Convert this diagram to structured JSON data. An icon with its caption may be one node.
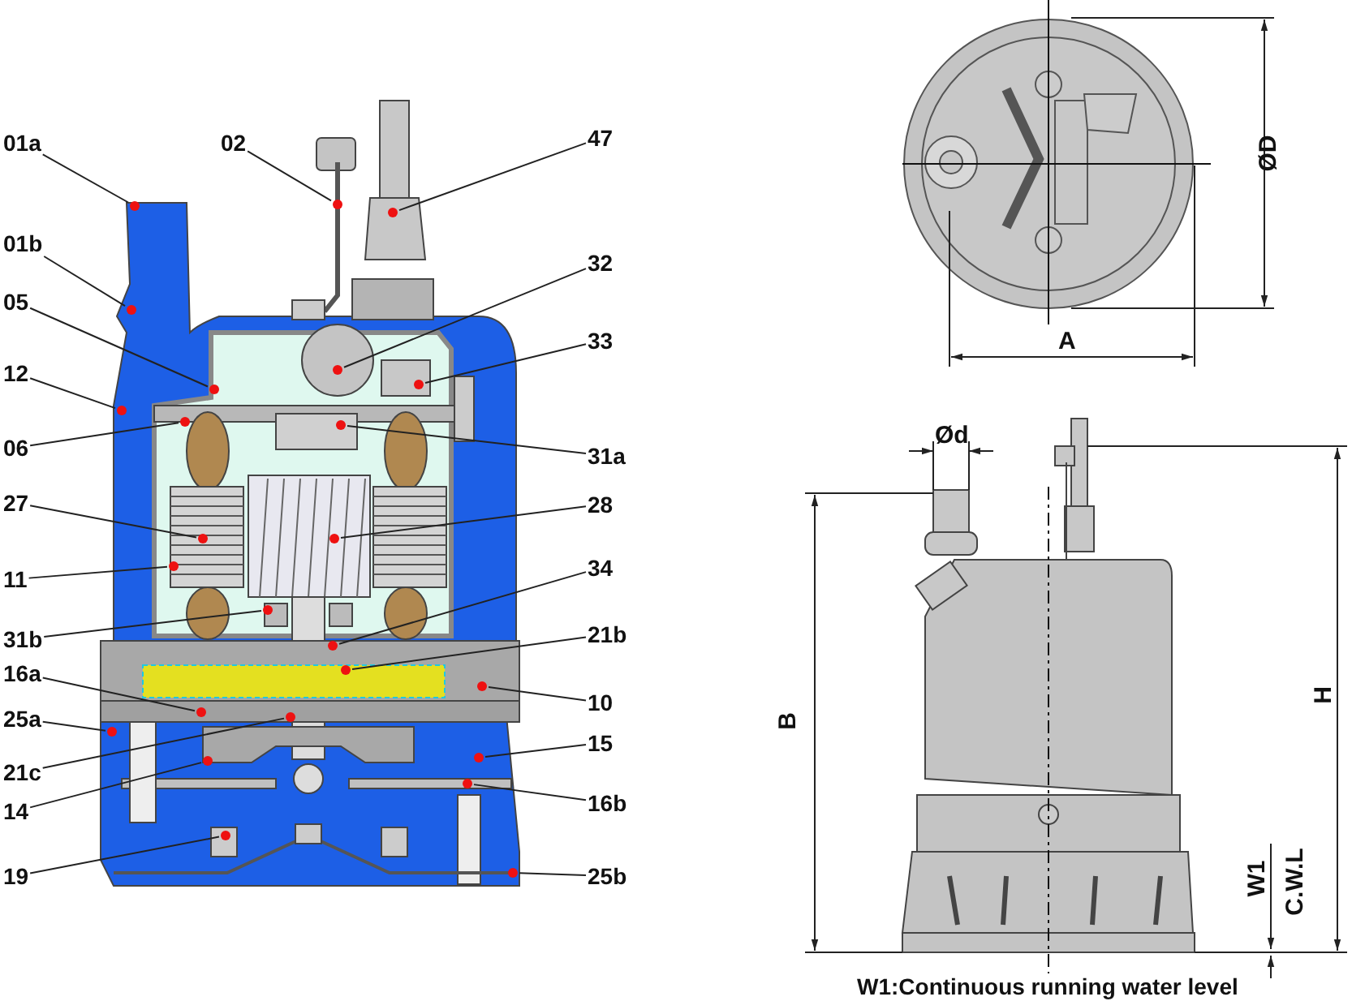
{
  "diagram": {
    "nodes": [
      {
        "text": [
          "01a"
        ]
      },
      {
        "text": [],
        "shape": "circle"
      },
      {
        "text": [
          "02"
        ]
      },
      {
        "text": [],
        "shape": "circle"
      },
      {
        "text": [
          "47"
        ]
      },
      {
        "text": [],
        "shape": "circle"
      },
      {
        "text": [
          "01b"
        ]
      },
      {
        "text": [],
        "shape": "circle"
      },
      {
        "text": [
          "32"
        ]
      },
      {
        "text": [],
        "shape": "circle"
      },
      {
        "text": [
          "05"
        ]
      },
      {
        "text": [],
        "shape": "circle"
      },
      {
        "text": [
          "33"
        ]
      },
      {
        "text": [],
        "shape": "circle"
      },
      {
        "text": [
          "12"
        ]
      },
      {
        "text": [],
        "shape": "circle"
      },
      {
        "text": [
          "06"
        ]
      },
      {
        "text": [],
        "shape": "circle"
      },
      {
        "text": [
          "31a"
        ]
      },
      {
        "text": [],
        "shape": "circle"
      },
      {
        "text": [
          "27"
        ]
      },
      {
        "text": [],
        "shape": "circle"
      },
      {
        "text": [
          "28"
        ]
      },
      {
        "text": [],
        "shape": "circle"
      },
      {
        "text": [
          "11"
        ]
      },
      {
        "text": [],
        "shape": "circle"
      },
      {
        "text": [
          "34"
        ]
      },
      {
        "text": [],
        "shape": "circle"
      },
      {
        "text": [
          "31b"
        ]
      },
      {
        "text": [],
        "shape": "circle"
      },
      {
        "text": [
          "21b"
        ]
      },
      {
        "text": [],
        "shape": "circle"
      },
      {
        "text": [
          "16a"
        ]
      },
      {
        "text": [],
        "shape": "circle"
      },
      {
        "text": [
          "10"
        ]
      },
      {
        "text": [],
        "shape": "circle"
      },
      {
        "text": [
          "25a"
        ]
      },
      {
        "text": [],
        "shape": "circle"
      },
      {
        "text": [
          "21c"
        ]
      },
      {
        "text": [],
        "shape": "circle"
      },
      {
        "text": [
          "15"
        ]
      },
      {
        "text": [],
        "shape": "circle"
      },
      {
        "text": [
          "14"
        ]
      },
      {
        "text": [],
        "shape": "circle"
      },
      {
        "text": [
          "16b"
        ]
      },
      {
        "text": [],
        "shape": "circle"
      },
      {
        "text": [
          "19"
        ]
      },
      {
        "text": [],
        "shape": "circle"
      },
      {
        "text": [
          "25b"
        ]
      },
      {
        "text": [],
        "shape": "circle"
      }
    ],
    "edges": [
      {
        "from": 0,
        "to": 1,
        "arrow": "none"
      },
      {
        "from": 2,
        "to": 3,
        "arrow": "none"
      },
      {
        "from": 4,
        "to": 5,
        "arrow": "none"
      },
      {
        "from": 6,
        "to": 7,
        "arrow": "none"
      },
      {
        "from": 8,
        "to": 9,
        "arrow": "none"
      },
      {
        "from": 10,
        "to": 11,
        "arrow": "none"
      },
      {
        "from": 12,
        "to": 13,
        "arrow": "none"
      },
      {
        "from": 14,
        "to": 15,
        "arrow": "none"
      },
      {
        "from": 16,
        "to": 17,
        "arrow": "none"
      },
      {
        "from": 18,
        "to": 19,
        "arrow": "none"
      },
      {
        "from": 20,
        "to": 21,
        "arrow": "none"
      },
      {
        "from": 22,
        "to": 23,
        "arrow": "none"
      },
      {
        "from": 24,
        "to": 25,
        "arrow": "none"
      },
      {
        "from": 26,
        "to": 27,
        "arrow": "none"
      },
      {
        "from": 28,
        "to": 29,
        "arrow": "none"
      },
      {
        "from": 30,
        "to": 31,
        "arrow": "none"
      },
      {
        "from": 32,
        "to": 33,
        "arrow": "none"
      },
      {
        "from": 34,
        "to": 35,
        "arrow": "none"
      },
      {
        "from": 36,
        "to": 37,
        "arrow": "none"
      },
      {
        "from": 38,
        "to": 39,
        "arrow": "none"
      },
      {
        "from": 40,
        "to": 41,
        "arrow": "none"
      },
      {
        "from": 42,
        "to": 43,
        "arrow": "none"
      },
      {
        "from": 44,
        "to": 45,
        "arrow": "none"
      },
      {
        "from": 46,
        "to": 47,
        "arrow": "none"
      },
      {
        "from": 48,
        "to": 49,
        "arrow": "none"
      }
    ],
    "labels": [
      "ØD",
      "A",
      "Ød",
      "B",
      "H",
      "W1",
      "C.W.L",
      "W1:Continuous running water level"
    ]
  }
}
